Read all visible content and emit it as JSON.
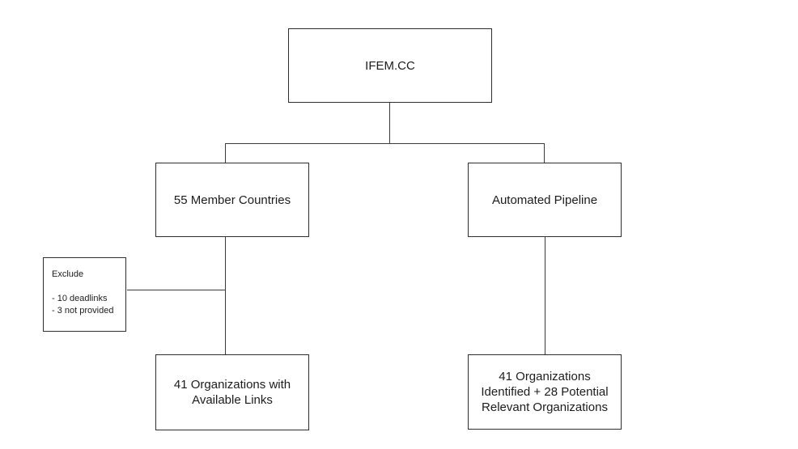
{
  "diagram": {
    "background_color": "#ffffff",
    "border_color": "#2e2e2e",
    "line_color": "#3a3a3a",
    "nodes": {
      "root": {
        "label": "IFEM.CC"
      },
      "member_countries": {
        "label": "55 Member Countries"
      },
      "automated_pipeline": {
        "label": "Automated Pipeline"
      },
      "exclude_note": {
        "title": "Exclude",
        "items": [
          "- 10 deadlinks",
          "- 3 not provided"
        ]
      },
      "organizations_with_links": {
        "label": "41 Organizations with Available Links"
      },
      "organizations_identified": {
        "label": "41 Organizations Identified + 28 Potential Relevant Organizations"
      }
    }
  }
}
